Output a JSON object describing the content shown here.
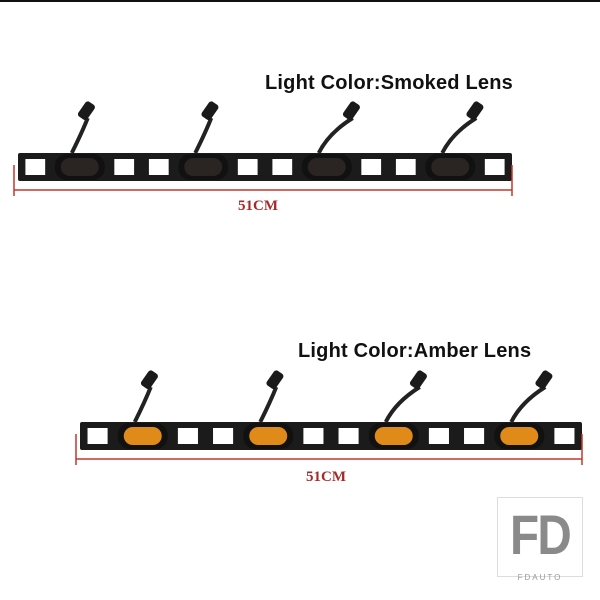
{
  "products": [
    {
      "title": "Light Color:Smoked Lens",
      "dimension": "51CM",
      "lens_color": "#2a2422",
      "light_count": 4
    },
    {
      "title": "Light Color:Amber Lens",
      "dimension": "51CM",
      "lens_color": "#e08a1a",
      "light_count": 4
    }
  ],
  "logo": {
    "mark": "FD",
    "name": "FDAUTO"
  },
  "colors": {
    "frame": "#1b1b1b",
    "measure": "#c0392b"
  }
}
